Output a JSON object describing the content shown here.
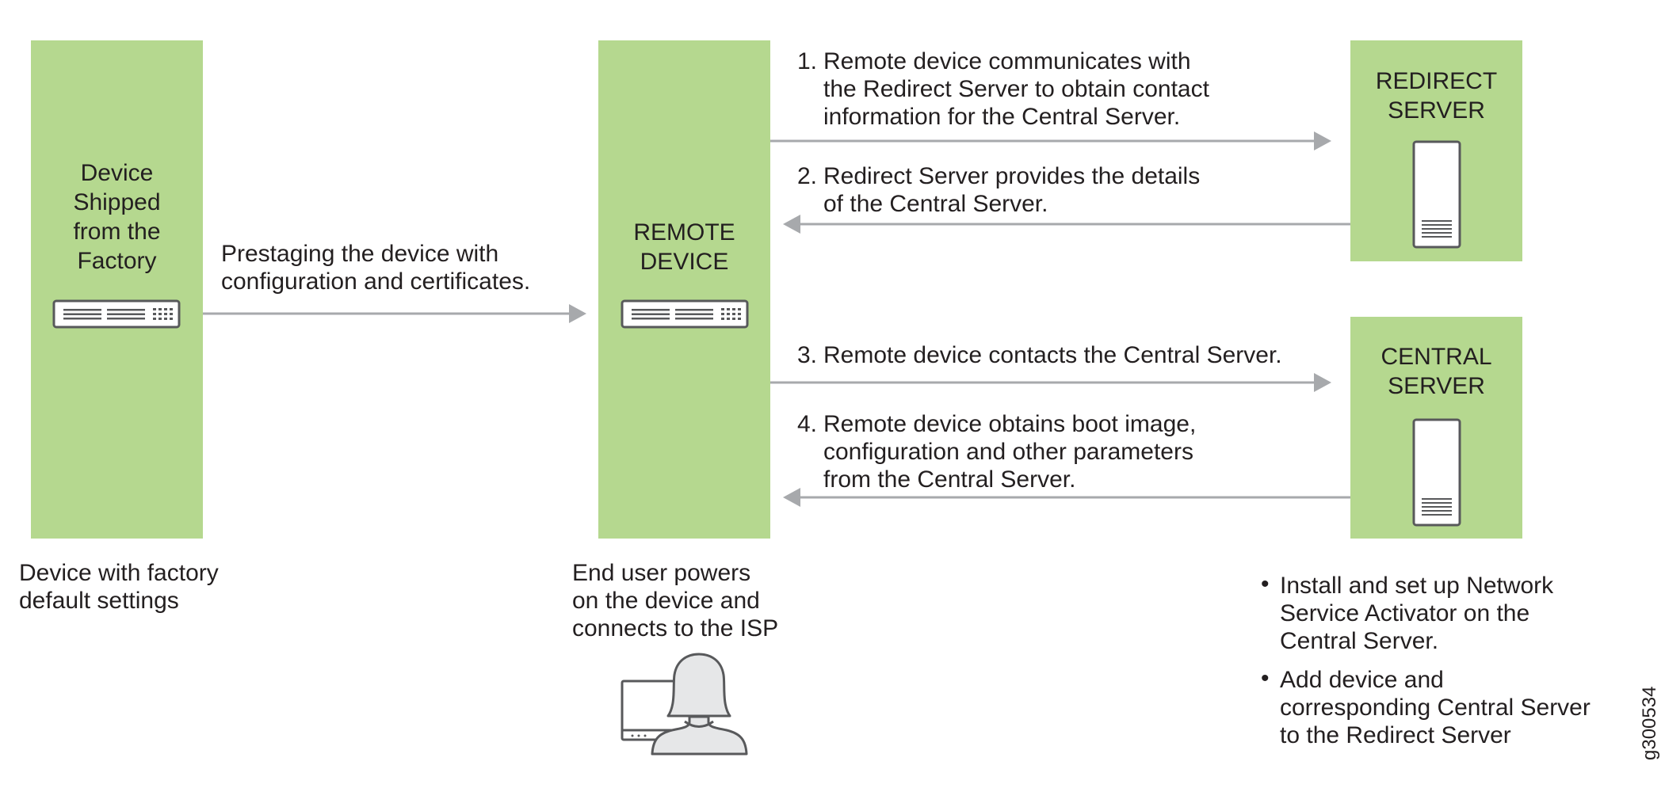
{
  "panels": {
    "factory": {
      "title": "Device\nShipped\nfrom the\nFactory",
      "caption": "Device with factory\ndefault settings"
    },
    "remote": {
      "title": "REMOTE\nDEVICE",
      "caption": "End user powers\non the device and\nconnects to the ISP"
    },
    "redirect": {
      "title": "REDIRECT\nSERVER"
    },
    "central": {
      "title": "CENTRAL\nSERVER"
    }
  },
  "prestage_label": "Prestaging the device with\nconfiguration and certificates.",
  "steps": [
    {
      "num": "1.",
      "text": "Remote device communicates with\nthe Redirect Server to obtain contact\ninformation for the Central Server."
    },
    {
      "num": "2.",
      "text": "Redirect Server provides the details\nof the Central Server."
    },
    {
      "num": "3.",
      "text": "Remote device contacts the Central Server."
    },
    {
      "num": "4.",
      "text": "Remote device obtains boot image,\nconfiguration and other parameters\nfrom the Central Server."
    }
  ],
  "admin_tasks": [
    "Install and set up Network\nService Activator on the\nCentral Server.",
    "Add device and\ncorresponding Central Server\nto the Redirect Server"
  ],
  "bullet_char": "•",
  "figure_id": "g300534",
  "colors": {
    "panel": "#b5d88f",
    "arrow": "#a7a9ac",
    "icon_stroke": "#58595b",
    "icon_fill": "#ffffff",
    "person_fill": "#e6e7e8"
  }
}
